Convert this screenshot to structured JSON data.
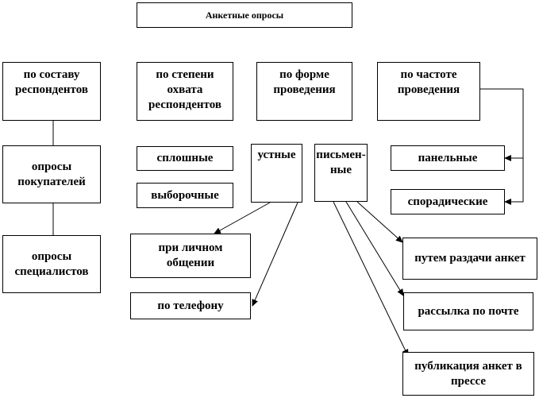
{
  "title": "Анкетные опросы",
  "categories": {
    "by_respondents": "по составу\nреспондентов",
    "by_coverage": "по степени\nохвата\nреспондентов",
    "by_form": "по форме\nпроведения",
    "by_frequency": "по частоте\nпроведения"
  },
  "respondents": {
    "buyers": "опросы\nпокупателей",
    "specialists": "опросы\nспециалистов"
  },
  "coverage": {
    "continuous": "сплошные",
    "sample": "выборочные"
  },
  "form": {
    "oral": "устные",
    "written": "письмен-\nные"
  },
  "oral_methods": {
    "personal": "при личном\nобщении",
    "phone": "по телефону"
  },
  "written_methods": {
    "handout": "путем раздачи анкет",
    "mail": "рассылка по почте",
    "press": "публикация анкет в\nпрессе"
  },
  "frequency": {
    "panel": "панельные",
    "sporadic": "спорадические"
  }
}
